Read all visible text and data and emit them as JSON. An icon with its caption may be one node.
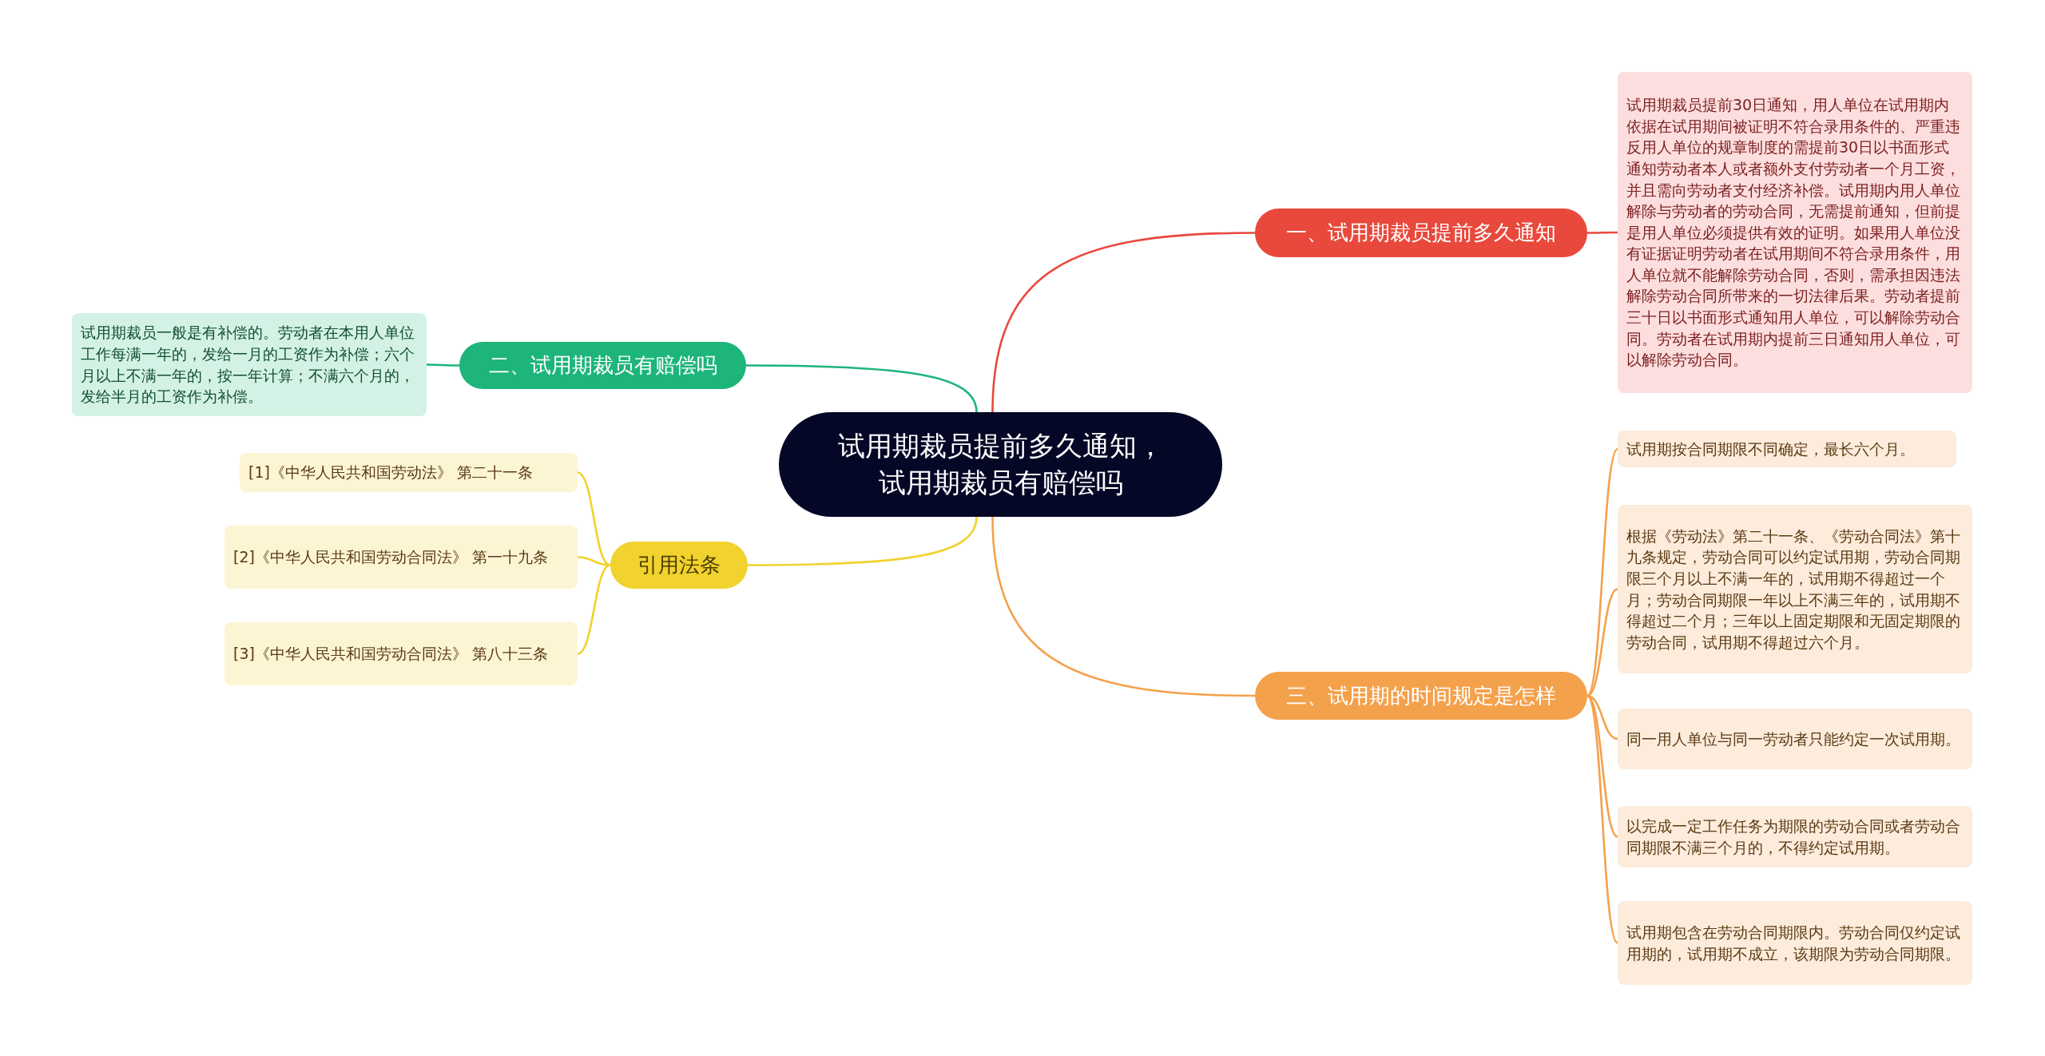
{
  "diagram": {
    "nodes": [
      {
        "text": [
          "试用期裁员提前多久通知，试用期裁员有赔偿吗"
        ]
      },
      {
        "text": [
          "一、试用期裁员提前多久通知"
        ]
      },
      {
        "text": [
          "试用期裁员提前30日通知，用人单位在试用期内依据在试用期间被证明不符合录用条件的、严重违反用人单位的规章制度的需提前30日以书面形式通知劳动者本人或者额外支付劳动者一个月工资，并且需向劳动者支付经济补偿。试用期内用人单位解除与劳动者的劳动合同，无需提前通知，但前提是用人单位必须提供有效的证明。如果用人单位没有证据证明劳动者在试用期间不符合录用条件，用人单位就不能解除劳动合同，否则，需承担因违法解除劳动合同所带来的一切法律后果。劳动者提前三十日以书面形式通知用人单位，可以解除劳动合同。劳动者在试用期内提前三日通知用人单位，可以解除劳动合同。"
        ]
      },
      {
        "text": [
          "二、试用期裁员有赔偿吗"
        ]
      },
      {
        "text": [
          "试用期裁员一般是有补偿的。劳动者在本用人单位工作每满一年的，发给一月的工资作为补偿；六个月以上不满一年的，按一年计算；不满六个月的，发给半月的工资作为补偿。"
        ]
      },
      {
        "text": [
          "引用法条"
        ]
      },
      {
        "text": [
          "[1]《中华人民共和国劳动法》 第二十一条"
        ]
      },
      {
        "text": [
          "[2]《中华人民共和国劳动合同法》 第一十九条"
        ]
      },
      {
        "text": [
          "[3]《中华人民共和国劳动合同法》 第八十三条"
        ]
      },
      {
        "text": [
          "三、试用期的时间规定是怎样"
        ]
      },
      {
        "text": [
          "试用期按合同期限不同确定，最长六个月。"
        ]
      },
      {
        "text": [
          "根据《劳动法》第二十一条、《劳动合同法》第十九条规定，劳动合同可以约定试用期，劳动合同期限三个月以上不满一年的，试用期不得超过一个月；劳动合同期限一年以上不满三年的，试用期不得超过二个月；三年以上固定期限和无固定期限的劳动合同，试用期不得超过六个月。"
        ]
      },
      {
        "text": [
          "同一用人单位与同一劳动者只能约定一次试用期。"
        ]
      },
      {
        "text": [
          "以完成一定工作任务为期限的劳动合同或者劳动合同期限不满三个月的，不得约定试用期。"
        ]
      },
      {
        "text": [
          "试用期包含在劳动合同期限内。劳动合同仅约定试用期的，试用期不成立，该期限为劳动合同期限。"
        ]
      }
    ],
    "edges": [
      {
        "from": 0,
        "to": 1,
        "arrow": "none",
        "color": "#e8493c"
      },
      {
        "from": 1,
        "to": 2,
        "arrow": "none",
        "color": "#e8493c"
      },
      {
        "from": 0,
        "to": 3,
        "arrow": "none",
        "color": "#1db57a"
      },
      {
        "from": 3,
        "to": 4,
        "arrow": "none",
        "color": "#1db57a"
      },
      {
        "from": 0,
        "to": 5,
        "arrow": "none",
        "color": "#f1d22e"
      },
      {
        "from": 5,
        "to": 6,
        "arrow": "none",
        "color": "#f1d22e"
      },
      {
        "from": 5,
        "to": 7,
        "arrow": "none",
        "color": "#f1d22e"
      },
      {
        "from": 5,
        "to": 8,
        "arrow": "none",
        "color": "#f1d22e"
      },
      {
        "from": 0,
        "to": 9,
        "arrow": "none",
        "color": "#f4a14c"
      },
      {
        "from": 9,
        "to": 10,
        "arrow": "none",
        "color": "#f4a14c"
      },
      {
        "from": 9,
        "to": 11,
        "arrow": "none",
        "color": "#f4a14c"
      },
      {
        "from": 9,
        "to": 12,
        "arrow": "none",
        "color": "#f4a14c"
      },
      {
        "from": 9,
        "to": 13,
        "arrow": "none",
        "color": "#f4a14c"
      },
      {
        "from": 9,
        "to": 14,
        "arrow": "none",
        "color": "#f4a14c"
      }
    ]
  }
}
